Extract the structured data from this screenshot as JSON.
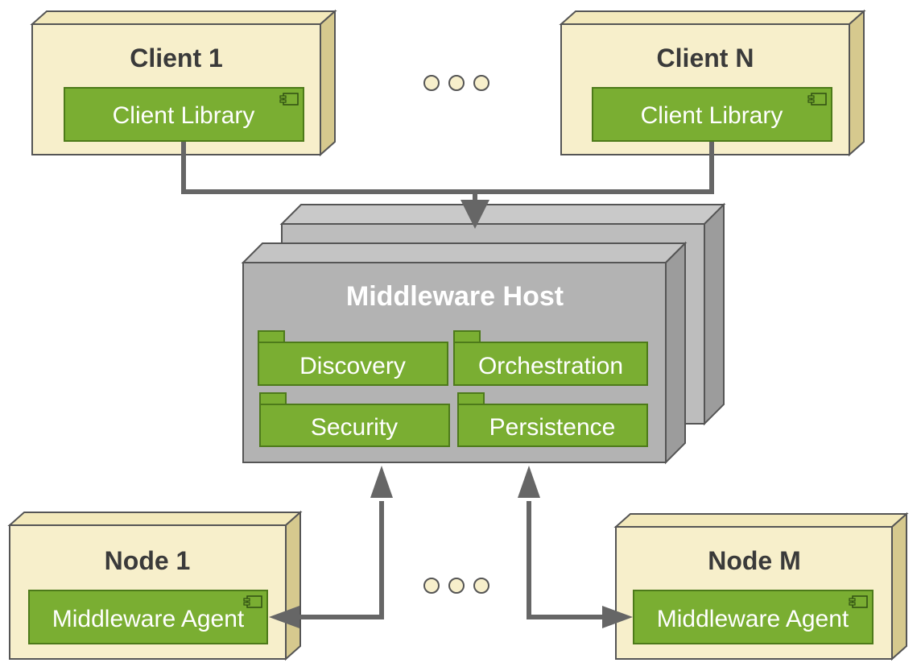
{
  "clients": [
    {
      "title": "Client 1",
      "component": "Client Library"
    },
    {
      "title": "Client N",
      "component": "Client Library"
    }
  ],
  "nodes": [
    {
      "title": "Node 1",
      "component": "Middleware Agent"
    },
    {
      "title": "Node M",
      "component": "Middleware Agent"
    }
  ],
  "host": {
    "title": "Middleware Host",
    "packages": [
      "Discovery",
      "Orchestration",
      "Security",
      "Persistence"
    ]
  },
  "colors": {
    "node_face": "#f7efcb",
    "node_edge": "#555555",
    "component": "#7aae32",
    "component_edge": "#4d7a1a",
    "host_front": "#b3b3b3",
    "host_back": "#bdbdbd",
    "host_side": "#9c9c9c",
    "connector": "#666666"
  }
}
